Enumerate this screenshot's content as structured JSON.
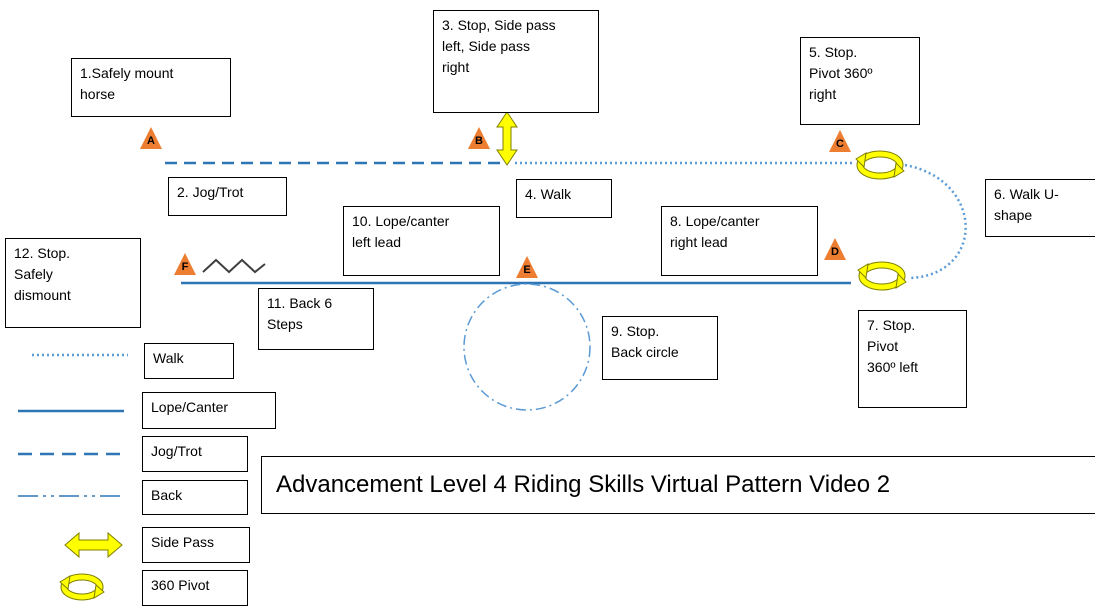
{
  "title": "Advancement Level 4 Riding Skills Virtual Pattern Video 2",
  "markers": [
    "A",
    "B",
    "C",
    "D",
    "E",
    "F"
  ],
  "steps": {
    "s1": [
      "1.Safely mount",
      "horse"
    ],
    "s2": [
      "2. Jog/Trot"
    ],
    "s3": [
      "3. Stop, Side pass",
      "left, Side pass",
      "right"
    ],
    "s4": [
      "4. Walk"
    ],
    "s5": [
      "5. Stop.",
      "Pivot 360º",
      "right"
    ],
    "s6": [
      "6. Walk U-",
      "shape"
    ],
    "s7": [
      "7. Stop.",
      "Pivot",
      "360º left"
    ],
    "s8": [
      "8. Lope/canter",
      "right lead"
    ],
    "s9": [
      "9. Stop.",
      "Back circle"
    ],
    "s10": [
      "10. Lope/canter",
      "left lead"
    ],
    "s11": [
      "11. Back 6",
      "Steps"
    ],
    "s12": [
      "12. Stop.",
      "Safely",
      "dismount"
    ]
  },
  "legend": [
    {
      "label": "Walk",
      "icon": "dotted-line"
    },
    {
      "label": "Lope/Canter",
      "icon": "solid-line"
    },
    {
      "label": "Jog/Trot",
      "icon": "dashed-line"
    },
    {
      "label": "Back",
      "icon": "dash-dot-line"
    },
    {
      "label": "Side Pass",
      "icon": "double-arrow-icon"
    },
    {
      "label": "360 Pivot",
      "icon": "pivot-circle-icon"
    }
  ],
  "colors": {
    "path_blue": "#2e75b6",
    "walk_blue": "#5b9bd5",
    "marker_orange": "#ed7d31",
    "arrow_yellow": "#ffff00",
    "arrow_outline": "#7f7f00"
  }
}
